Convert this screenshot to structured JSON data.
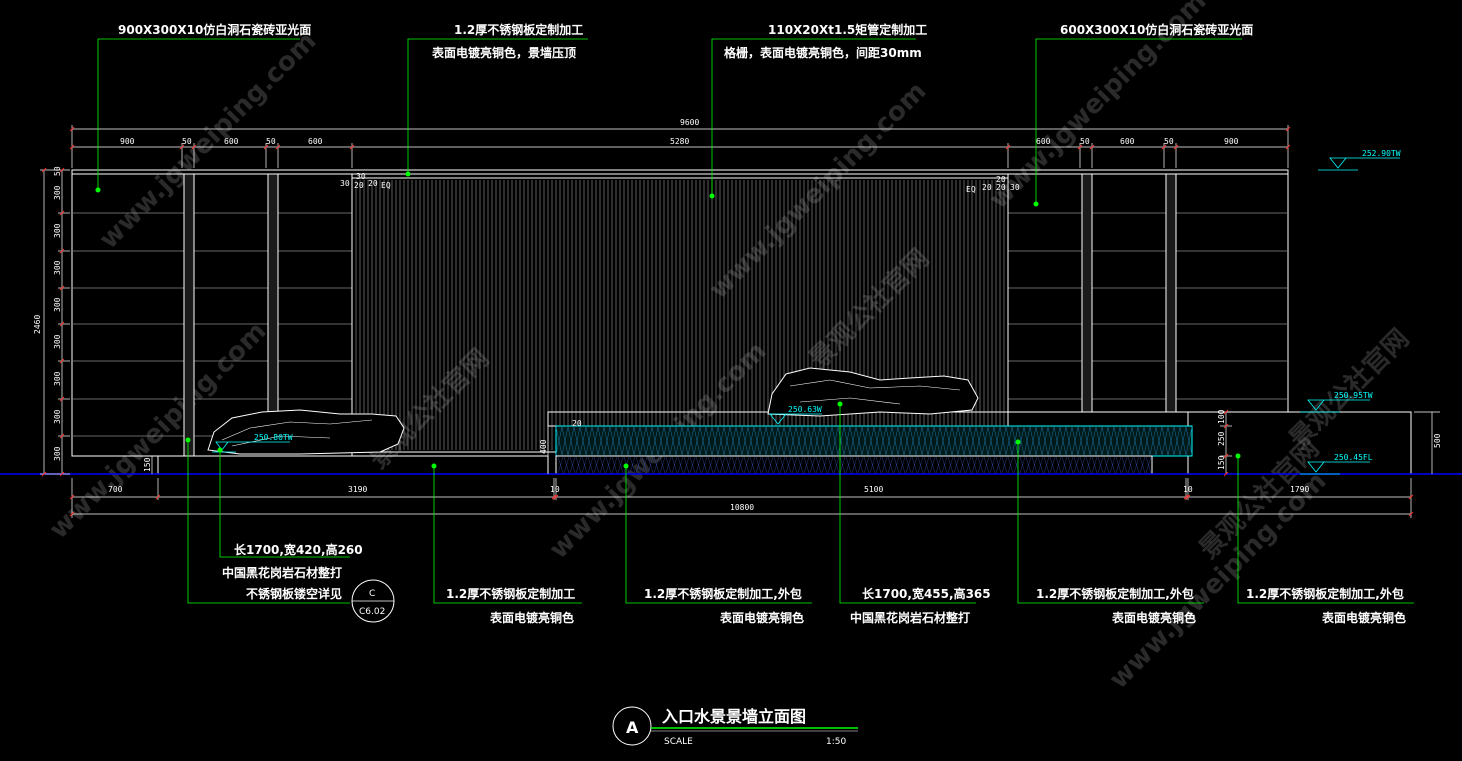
{
  "drawing": {
    "title": "入口水景景墙立面图",
    "scale_label": "SCALE",
    "scale_value": "1:50",
    "section_mark": "A",
    "detail_mark_letter": "C",
    "detail_mark_sheet": "C6.02"
  },
  "colors": {
    "background": "#000000",
    "leader": "#00ff00",
    "outline": "#ffffff",
    "water": "#00ffff",
    "ground": "#0000ff",
    "grate": "#9a9a9a"
  },
  "top_annotations": [
    {
      "lines": [
        "900X300X10仿白洞石瓷砖亚光面"
      ]
    },
    {
      "lines": [
        "1.2厚不锈钢板定制加工",
        "表面电镀亮铜色，景墙压顶"
      ]
    },
    {
      "lines": [
        "110X20Xt1.5矩管定制加工",
        "格栅，表面电镀亮铜色，间距30mm"
      ]
    },
    {
      "lines": [
        "600X300X10仿白洞石瓷砖亚光面"
      ]
    }
  ],
  "bottom_annotations": [
    {
      "lines": [
        "长1700,宽420,高260",
        "中国黑花岗岩石材整打",
        "不锈钢板镂空详见"
      ]
    },
    {
      "lines": [
        "1.2厚不锈钢板定制加工",
        "表面电镀亮铜色"
      ]
    },
    {
      "lines": [
        "1.2厚不锈钢板定制加工,外包",
        "表面电镀亮铜色"
      ]
    },
    {
      "lines": [
        "长1700,宽455,高365",
        "中国黑花岗岩石材整打"
      ]
    },
    {
      "lines": [
        "1.2厚不锈钢板定制加工,外包",
        "表面电镀亮铜色"
      ]
    },
    {
      "lines": [
        "1.2厚不锈钢板定制加工,外包",
        "表面电镀亮铜色"
      ]
    }
  ],
  "dimensions": {
    "overall_top": "9600",
    "top_segments": [
      "900",
      "50",
      "600",
      "50",
      "600",
      "5280",
      "600",
      "50",
      "600",
      "50",
      "900"
    ],
    "grate_small": [
      "30",
      "30",
      "20",
      "20",
      "EQ",
      "EQ",
      "20",
      "20",
      "20",
      "30"
    ],
    "left_total": "2460",
    "left_segments": [
      "50",
      "300",
      "300",
      "300",
      "300",
      "300",
      "300",
      "300",
      "300"
    ],
    "left_bottom": "150",
    "right_segments": [
      "100",
      "250",
      "150"
    ],
    "right_total": "500",
    "pool_height": "400",
    "pool_top_small": "20",
    "bottom_segments": [
      "700",
      "3190",
      "10",
      "5100",
      "10",
      "1790"
    ],
    "overall_bottom": "10800"
  },
  "levels": {
    "top": "252.90TW",
    "right_wall": "250.95TW",
    "right_floor": "250.45FL",
    "left_stone": "250.80TW",
    "pool": "250.63W"
  },
  "watermarks": [
    "景观公社官网",
    "www.jgweiping.com"
  ]
}
